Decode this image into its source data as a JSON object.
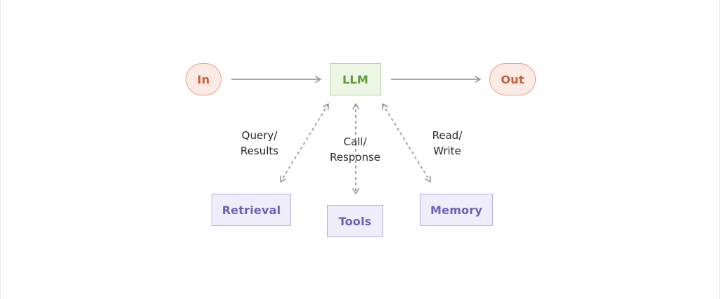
{
  "nodes": {
    "input": "In",
    "llm": "LLM",
    "output": "Out",
    "retrieval": "Retrieval",
    "tools": "Tools",
    "memory": "Memory"
  },
  "edge_labels": {
    "retrieval": "Query/\nResults",
    "tools": "Call/\nResponse",
    "memory": "Read/\nWrite"
  }
}
